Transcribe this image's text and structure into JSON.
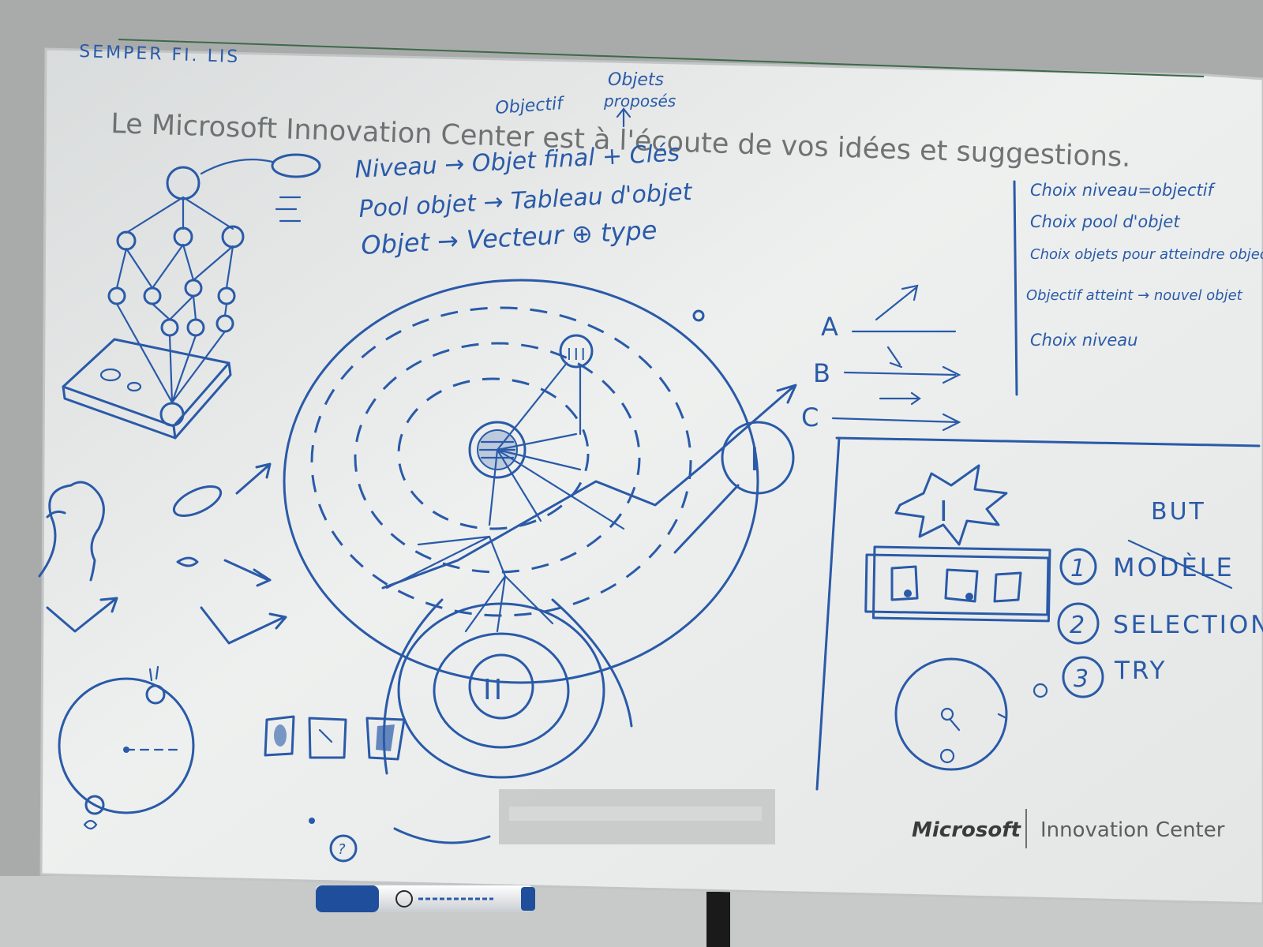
{
  "board": {
    "corner_note": "SEMPER FI. LIS",
    "banner": "Le Microsoft Innovation Center est à l'écoute de vos idées et suggestions.",
    "annotation_objectif": "Objectif",
    "annotation_objets": "Objets",
    "annotation_proposes": "proposés",
    "definitions": [
      "Niveau → Objet final + Clés",
      "Pool objet → Tableau d'objet",
      "Objet → Vecteur ⊕ type"
    ],
    "right_list": [
      "Choix niveau=objectif",
      "Choix pool d'objet",
      "Choix objets pour atteindre objectif",
      "Objectif atteint → nouvel objet",
      "Choix niveau"
    ],
    "abc_labels": [
      "A",
      "B",
      "C"
    ],
    "roman_one": "I",
    "roman_two": "II",
    "roman_three": "III",
    "burst_label": "I",
    "but_title": "BUT",
    "but_items": [
      {
        "num": "1",
        "text": "MODÈLE"
      },
      {
        "num": "2",
        "text": "SELECTION"
      },
      {
        "num": "3",
        "text": "TRY"
      }
    ],
    "question_mark": "?",
    "logo_brand": "Microsoft",
    "logo_product": "Innovation Center"
  },
  "colors": {
    "wall": "#9a9c9c",
    "board": "#e9eceb",
    "ink": "#2a5aa8",
    "printed_text": "#6e7272",
    "marker_cap": "#1f4f9c"
  }
}
